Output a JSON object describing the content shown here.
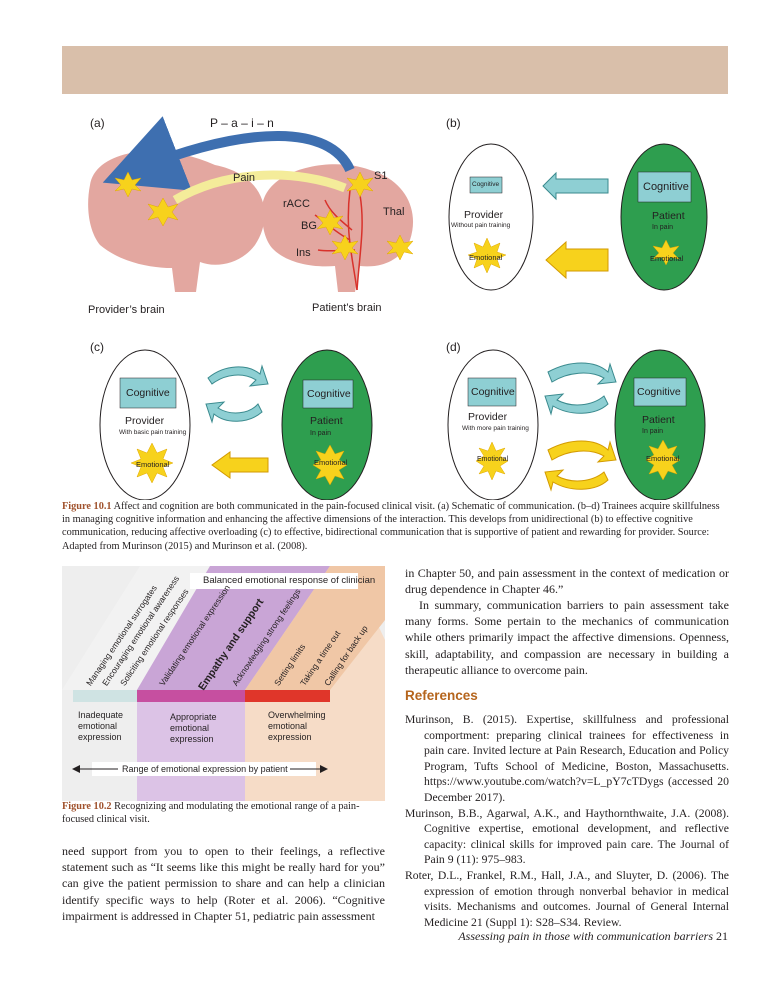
{
  "figure_10_1": {
    "panel_a": {
      "label": "(a)",
      "arc_label": "P – a – i – n",
      "pain_label": "Pain",
      "regions": [
        "S1",
        "rACC",
        "Thal",
        "BG",
        "Ins"
      ],
      "provider_brain": "Provider’s brain",
      "patient_brain": "Patient’s brain"
    },
    "panel_b": {
      "label": "(b)",
      "provider_cognitive": "Cognitive",
      "provider": "Provider",
      "provider_sub": "Without pain training",
      "provider_emotional": "Emotional",
      "patient_cognitive": "Cognitive",
      "patient": "Patient",
      "patient_sub": "In pain",
      "patient_emotional": "Emotional"
    },
    "panel_c": {
      "label": "(c)",
      "provider_cognitive": "Cognitive",
      "provider": "Provider",
      "provider_sub": "With basic pain training",
      "provider_emotional": "Emotional",
      "patient_cognitive": "Cognitive",
      "patient": "Patient",
      "patient_sub": "In pain",
      "patient_emotional": "Emotional"
    },
    "panel_d": {
      "label": "(d)",
      "provider_cognitive": "Cognitive",
      "provider": "Provider",
      "provider_sub": "With more pain training",
      "provider_emotional": "Emotional",
      "patient_cognitive": "Cognitive",
      "patient": "Patient",
      "patient_sub": "In pain",
      "patient_emotional": "Emotional"
    },
    "caption_number": "Figure 10.1",
    "caption_text": "Affect and cognition are both communicated in the pain-focused clinical visit. (a) Schematic of communication. (b–d) Trainees acquire skillfulness in managing cognitive information and enhancing the affective dimensions of the interaction. This develops from unidirectional (b) to effective cognitive communication, reducing affective overloading (c) to effective, bidirectional communication that is supportive of patient and rewarding for provider. Source: Adapted from Murinson (2015) and Murinson et al. (2008)."
  },
  "figure_10_2": {
    "banner": "Balanced emotional response of clinician",
    "diagonal_labels": [
      "Managing emotional surrogates",
      "Encouraging emotional awareness",
      "Soliciting emotional responses",
      "Validating emotional expression",
      "Empathy and support",
      "Acknowledging strong feelings",
      "Setting limits",
      "Taking a time out",
      "Calling for back up"
    ],
    "zone_inadequate": "Inadequate emotional expression",
    "zone_appropriate": "Appropriate emotional expression",
    "zone_overwhelming": "Overwhelming emotional expression",
    "range_label": "Range of emotional expression by patient",
    "caption_number": "Figure 10.2",
    "caption_text": "Recognizing and modulating the emotional range of a pain-focused clinical visit."
  },
  "left_paragraph": "need support from you to open to their feelings, a reflective statement such as “It seems like this might be really hard for you” can give the patient permission to share and can help a clinician identify specific ways to help (Roter et al. 2006). “Cognitive impairment is addressed in Chapter 51, pediatric pain assessment",
  "right_paragraph_1": "in Chapter 50, and pain assessment in the context of medication or drug dependence in Chapter 46.”",
  "right_paragraph_2": "In summary, communication barriers to pain assessment take many forms. Some pertain to the mechanics of communication while others primarily impact the affective dimensions. Openness, skill, adaptability, and compassion are necessary in building a therapeutic alliance to overcome pain.",
  "references_heading": "References",
  "references": [
    "Murinson, B. (2015). Expertise, skillfulness and professional comportment: preparing clinical trainees for effectiveness in pain care. Invited lecture at Pain Research, Education and Policy Program, Tufts School of Medicine, Boston, Massachusetts. https://www.youtube.com/watch?v=L_pY7cTDygs (accessed 20 December 2017).",
    "Murinson, B.B., Agarwal, A.K., and Haythornthwaite, J.A. (2008). Cognitive expertise, emotional development, and reflective capacity: clinical skills for improved pain care. The Journal of Pain 9 (11): 975–983.",
    "Roter, D.L., Frankel, R.M., Hall, J.A., and Sluyter, D. (2006). The expression of emotion through nonverbal behavior in medical visits. Mechanisms and outcomes. Journal of General Internal Medicine 21 (Suppl 1): S28–S34. Review."
  ],
  "footer_title": "Assessing pain in those with communication barriers",
  "footer_page": "21",
  "colors": {
    "header_band": "#d9bfaa",
    "brain": "#e3a7a0",
    "patient_green": "#2e9e4f",
    "cognitive_box": "#8ecfd3",
    "starburst": "#f7d21c",
    "arrow_blue": "#3e6fb0",
    "reference_heading": "#b5651d"
  }
}
